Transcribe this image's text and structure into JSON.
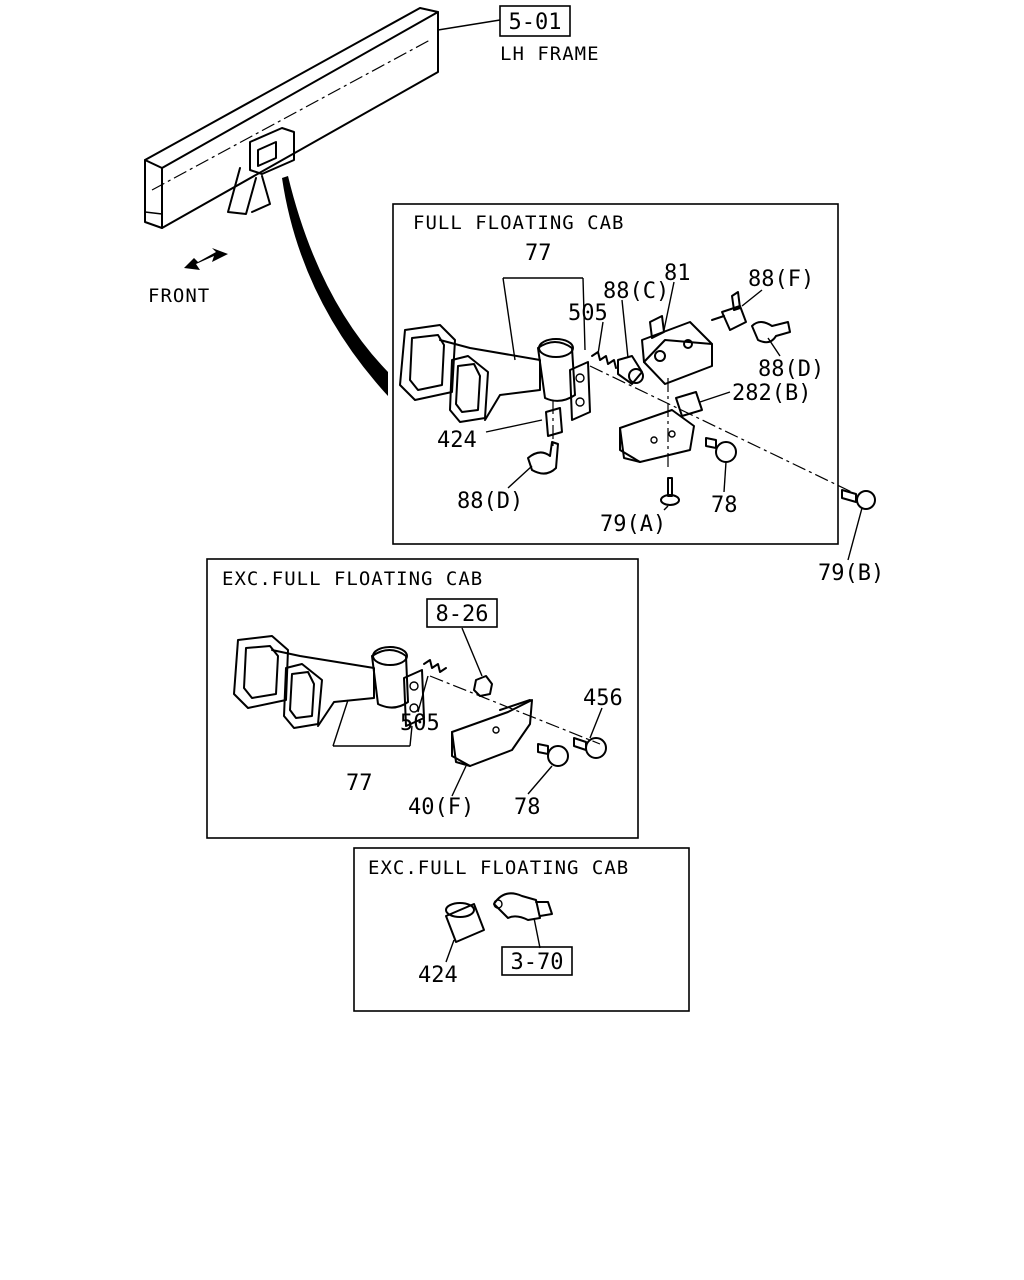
{
  "frame_ref": {
    "code": "5-01",
    "label": "LH FRAME"
  },
  "direction": {
    "label": "FRONT"
  },
  "panel_full": {
    "title": "FULL FLOATING CAB",
    "labels": [
      "77",
      "505",
      "88(C)",
      "81",
      "88(F)",
      "88(D)",
      "282(B)",
      "424",
      "88(D)",
      "79(A)",
      "78",
      "79(B)"
    ]
  },
  "panel_exc1": {
    "title": "EXC.FULL FLOATING CAB",
    "ref": "8-26",
    "labels": [
      "456",
      "505",
      "77",
      "40(F)",
      "78"
    ]
  },
  "panel_exc2": {
    "title": "EXC.FULL FLOATING CAB",
    "ref": "3-70",
    "labels": [
      "424"
    ]
  }
}
